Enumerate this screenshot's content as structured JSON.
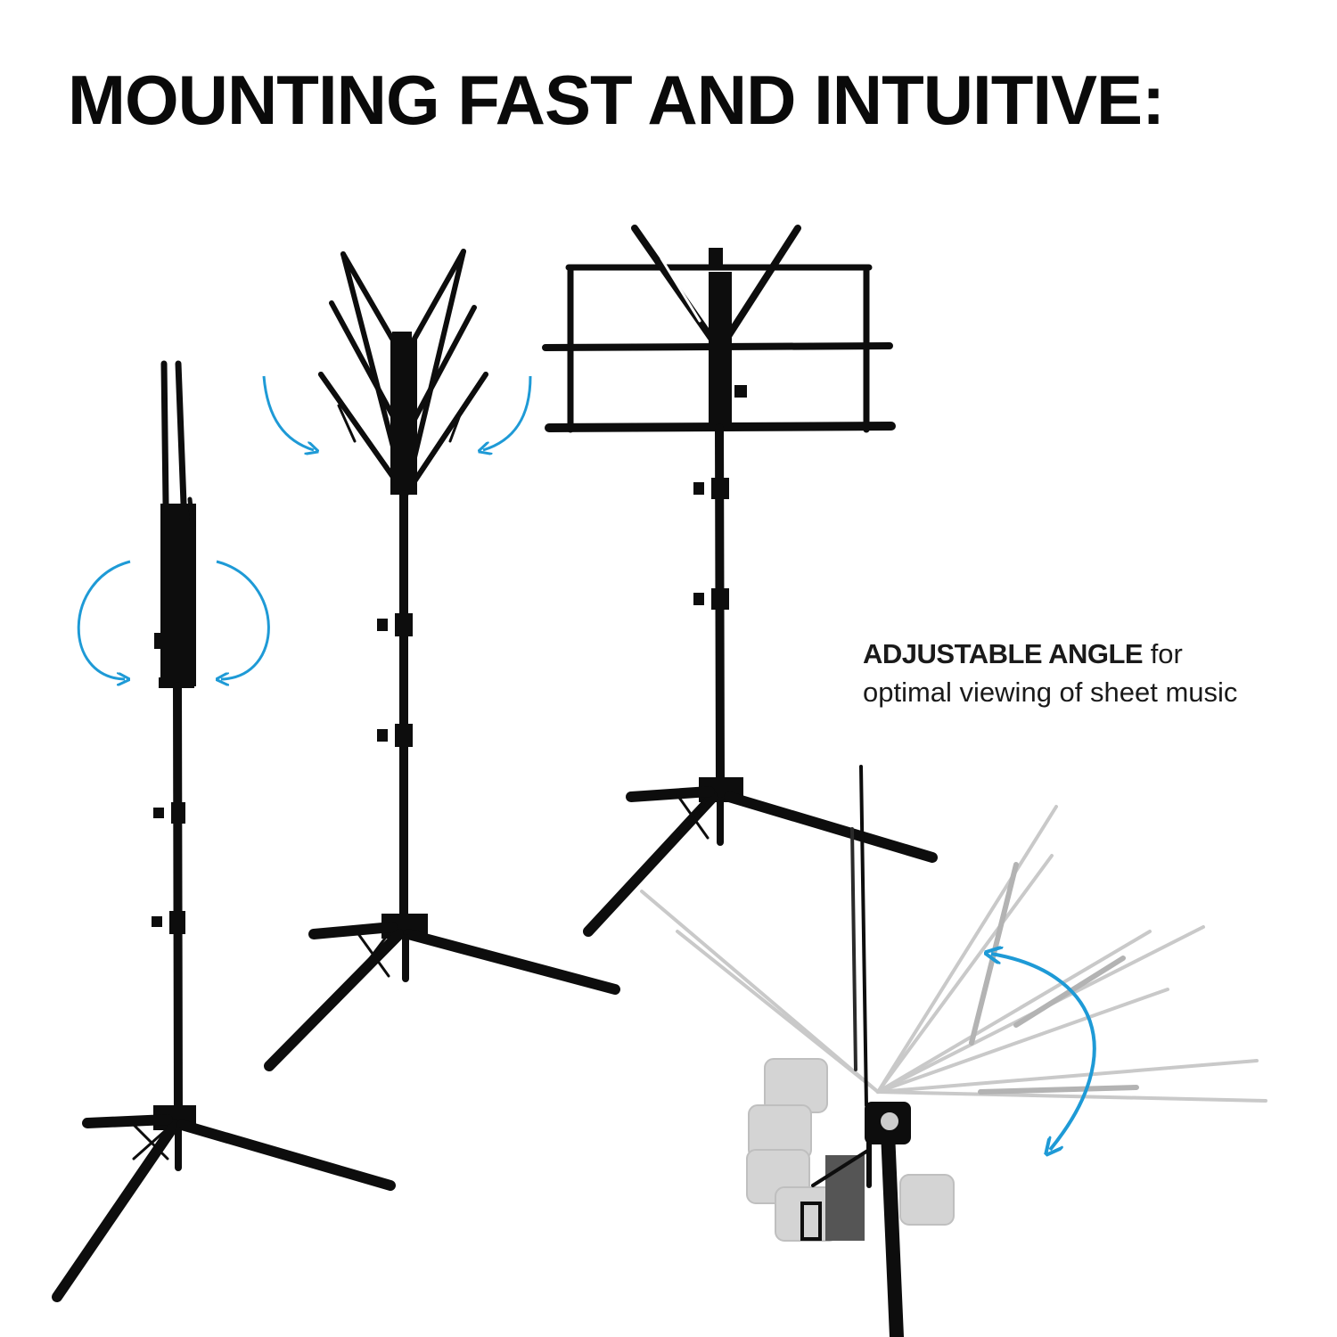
{
  "headline": "MOUNTING FAST AND INTUITIVE:",
  "callout": {
    "bold": "ADJUSTABLE ANGLE",
    "rest": " for optimal viewing of sheet music"
  },
  "colors": {
    "arrow_blue": "#1e9ad6",
    "stand_black": "#0d0d0d",
    "ghost_gray": "#9a9a9a"
  },
  "illustrations": [
    {
      "stage": "folded",
      "icon": "music-stand-folded"
    },
    {
      "stage": "half-open",
      "icon": "music-stand-half-open"
    },
    {
      "stage": "fully-open",
      "icon": "music-stand-open"
    },
    {
      "stage": "angle-adjust",
      "icon": "music-stand-tilt"
    }
  ]
}
